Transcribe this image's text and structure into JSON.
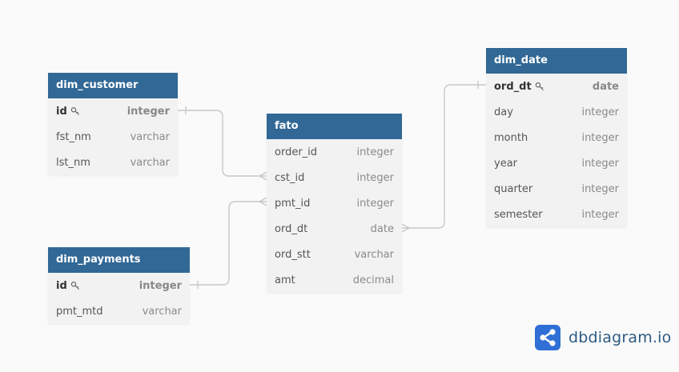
{
  "tables": {
    "dim_customer": {
      "name": "dim_customer",
      "columns": [
        {
          "name": "id",
          "type": "integer",
          "pk": true
        },
        {
          "name": "fst_nm",
          "type": "varchar",
          "pk": false
        },
        {
          "name": "lst_nm",
          "type": "varchar",
          "pk": false
        }
      ]
    },
    "dim_payments": {
      "name": "dim_payments",
      "columns": [
        {
          "name": "id",
          "type": "integer",
          "pk": true
        },
        {
          "name": "pmt_mtd",
          "type": "varchar",
          "pk": false
        }
      ]
    },
    "fato": {
      "name": "fato",
      "columns": [
        {
          "name": "order_id",
          "type": "integer",
          "pk": false
        },
        {
          "name": "cst_id",
          "type": "integer",
          "pk": false
        },
        {
          "name": "pmt_id",
          "type": "integer",
          "pk": false
        },
        {
          "name": "ord_dt",
          "type": "date",
          "pk": false
        },
        {
          "name": "ord_stt",
          "type": "varchar",
          "pk": false
        },
        {
          "name": "amt",
          "type": "decimal",
          "pk": false
        }
      ]
    },
    "dim_date": {
      "name": "dim_date",
      "columns": [
        {
          "name": "ord_dt",
          "type": "date",
          "pk": true
        },
        {
          "name": "day",
          "type": "integer",
          "pk": false
        },
        {
          "name": "month",
          "type": "integer",
          "pk": false
        },
        {
          "name": "year",
          "type": "integer",
          "pk": false
        },
        {
          "name": "quarter",
          "type": "integer",
          "pk": false
        },
        {
          "name": "semester",
          "type": "integer",
          "pk": false
        }
      ]
    }
  },
  "relationships": [
    {
      "from": "dim_customer.id",
      "to": "fato.cst_id",
      "cardinality": "one-to-many"
    },
    {
      "from": "dim_payments.id",
      "to": "fato.pmt_id",
      "cardinality": "one-to-many"
    },
    {
      "from": "dim_date.ord_dt",
      "to": "fato.ord_dt",
      "cardinality": "one-to-many"
    }
  ],
  "brand": {
    "name": "dbdiagram.io",
    "color": "#2d5b84",
    "logo_color": "#2f6fd6"
  },
  "colors": {
    "header": "#316896",
    "body": "#f2f2f2",
    "line": "#c8c8c8",
    "background": "#fafafa"
  },
  "icons": {
    "primary_key": "key-icon",
    "brand": "dbdiagram-logo-icon"
  }
}
